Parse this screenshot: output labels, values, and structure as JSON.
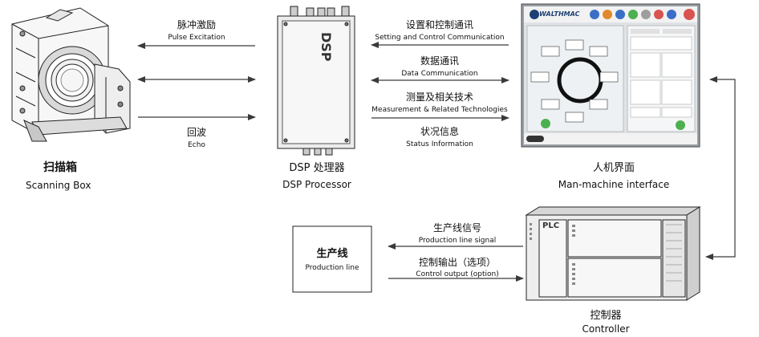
{
  "nodes": {
    "scanning_box": {
      "label_zh": "扫描箱",
      "label_en": "Scanning Box"
    },
    "dsp": {
      "label_zh": "DSP 处理器",
      "label_en": "DSP Processor",
      "device_text": "DSP"
    },
    "hmi": {
      "label_zh": "人机界面",
      "label_en": "Man-machine interface",
      "brand": "WALTHMAC"
    },
    "production_line": {
      "label_zh": "生产线",
      "label_en": "Production line"
    },
    "controller": {
      "label_zh": "控制器",
      "label_en": "Controller",
      "device_text": "PLC"
    }
  },
  "edges": {
    "pulse_excitation": {
      "label_zh": "脉冲激励",
      "label_en": "Pulse Excitation"
    },
    "echo": {
      "label_zh": "回波",
      "label_en": "Echo"
    },
    "setting_control": {
      "label_zh": "设置和控制通讯",
      "label_en": "Setting and Control Communication"
    },
    "data_comm": {
      "label_zh": "数据通讯",
      "label_en": "Data Communication"
    },
    "measurement": {
      "label_zh": "测量及相关技术",
      "label_en": "Measurement & Related Technologies"
    },
    "status_info": {
      "label_zh": "状况信息",
      "label_en": "Status Information"
    },
    "production_signal": {
      "label_zh": "生产线信号",
      "label_en": "Production line signal"
    },
    "control_output": {
      "label_zh": "控制输出（选项）",
      "label_en": "Control output (option)"
    }
  },
  "colors": {
    "arrow": "#3a3a3a",
    "hmi_panel": "#dfe3e6",
    "hmi_header": "#1d3f73",
    "hmi_accent_green": "#4caf50"
  }
}
